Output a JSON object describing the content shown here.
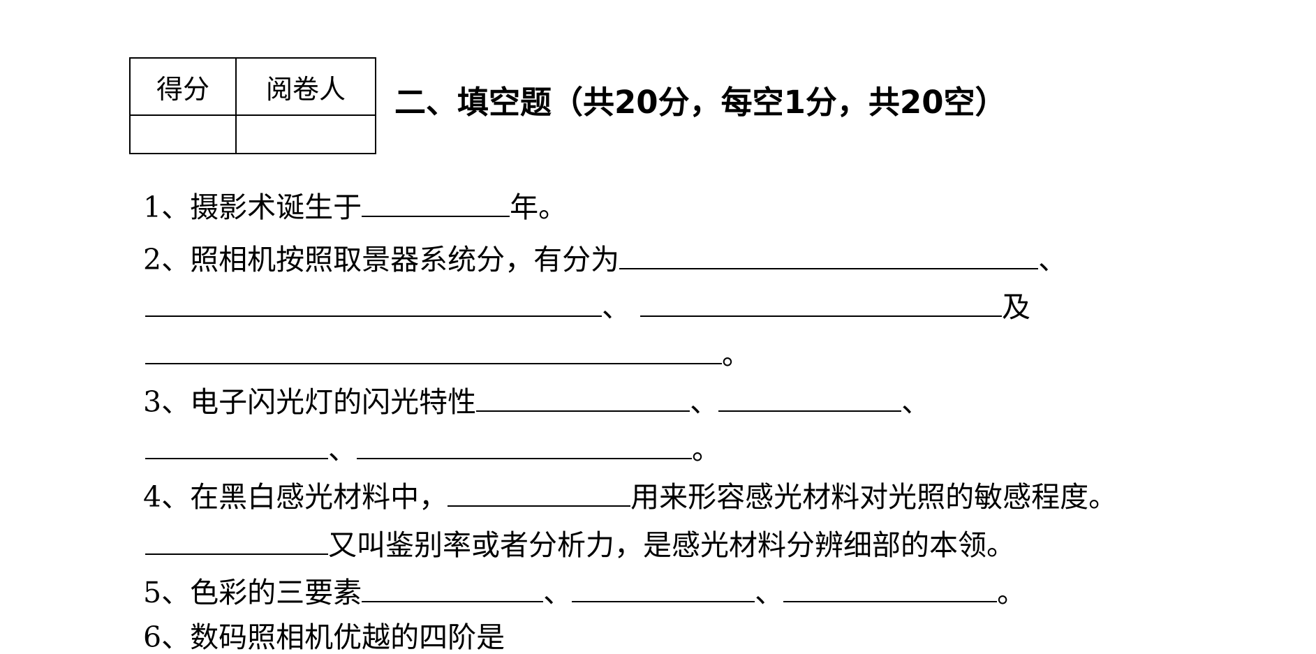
{
  "score_box": {
    "score_label": "得分",
    "grader_label": "阅卷人",
    "score_value": "",
    "grader_value": ""
  },
  "section_title": "二、填空题（共20分，每空1分，共20空）",
  "questions": {
    "q1": {
      "prefix": "1、摄影术诞生于",
      "suffix": "年。"
    },
    "q2": {
      "prefix": "2、照相机按照取景器系统分，有分为",
      "sep1": "、",
      "sep2": "、",
      "sep3": "及",
      "end": "。"
    },
    "q3": {
      "prefix": "3、电子闪光灯的闪光特性",
      "sep1": "、",
      "sep2": "、",
      "sep3": "、",
      "end": "。"
    },
    "q4": {
      "prefix": "4、在黑白感光材料中，",
      "mid": "用来形容感光材料对光照的敏感程度。",
      "line2": "又叫鉴别率或者分析力，是感光材料分辨细部的本领。"
    },
    "q5": {
      "prefix": "5、色彩的三要素",
      "sep1": "、",
      "sep2": "、",
      "end": "。"
    },
    "q6_partial": "6、数码照相机优越的四阶是"
  }
}
